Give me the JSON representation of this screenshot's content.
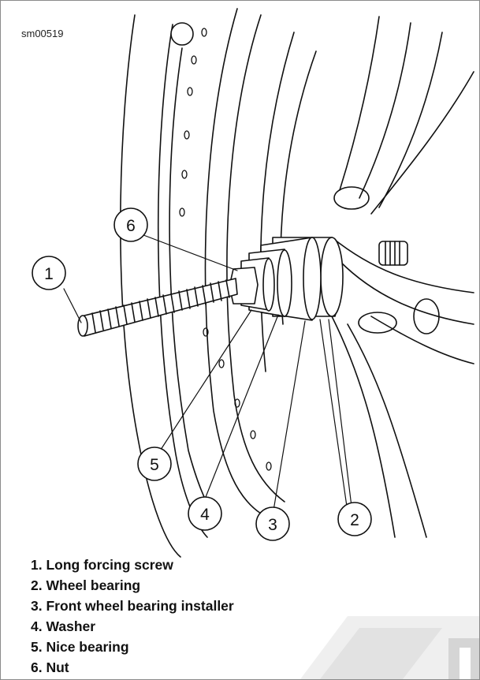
{
  "figure": {
    "id": "sm00519"
  },
  "callouts": [
    {
      "number": "1"
    },
    {
      "number": "2"
    },
    {
      "number": "3"
    },
    {
      "number": "4"
    },
    {
      "number": "5"
    },
    {
      "number": "6"
    }
  ],
  "legend": [
    {
      "number": "1.",
      "label": "Long forcing screw"
    },
    {
      "number": "2.",
      "label": "Wheel bearing"
    },
    {
      "number": "3.",
      "label": "Front wheel bearing installer"
    },
    {
      "number": "4.",
      "label": "Washer"
    },
    {
      "number": "5.",
      "label": "Nice bearing"
    },
    {
      "number": "6.",
      "label": "Nut"
    }
  ]
}
